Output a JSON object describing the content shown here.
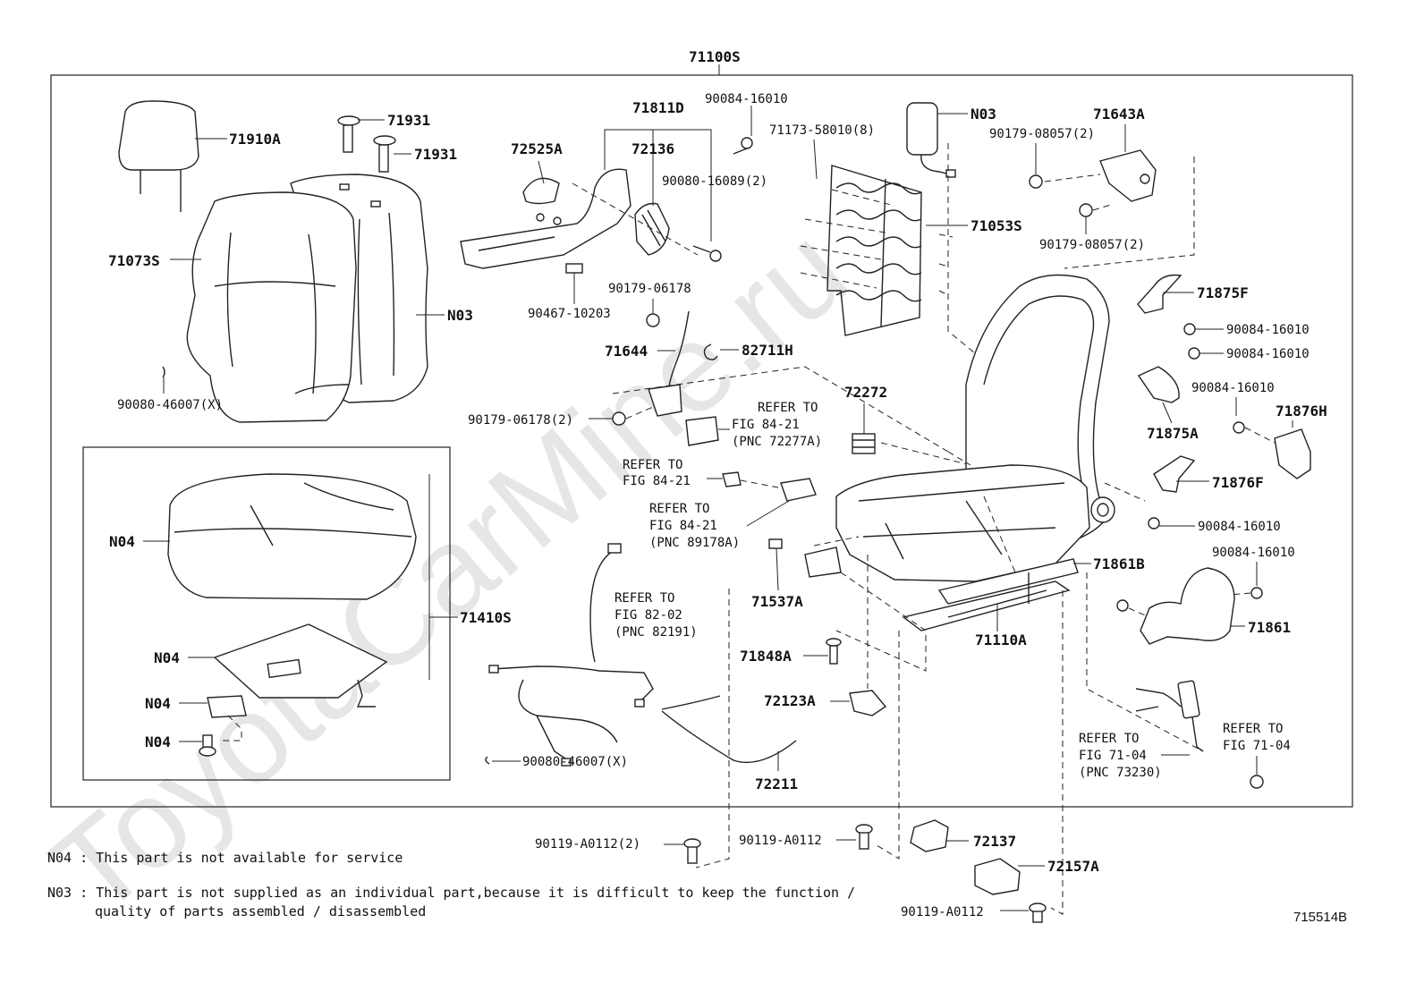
{
  "diagram_id": "715514B",
  "watermark": "ToyotaCarMine.ru",
  "top_label": "71100S",
  "labels": {
    "p71910A": "71910A",
    "p71931a": "71931",
    "p71931b": "71931",
    "p71073S": "71073S",
    "pN03a": "N03",
    "p90080_46007a": "90080-46007(X)",
    "p72525A": "72525A",
    "p71811D": "71811D",
    "p72136": "72136",
    "p90084_16010a": "90084-16010",
    "p90080_16089": "90080-16089(2)",
    "p90467_10203": "90467-10203",
    "p71173_58010": "71173-58010(8)",
    "pN03b": "N03",
    "p71643A": "71643A",
    "p90179_08057a": "90179-08057(2)",
    "p90179_08057b": "90179-08057(2)",
    "p71053S": "71053S",
    "p90179_06178": "90179-06178",
    "p71644": "71644",
    "p82711H": "82711H",
    "p90179_06178_2": "90179-06178(2)",
    "p71875F": "71875F",
    "p90084_16010b": "90084-16010",
    "p90084_16010c": "90084-16010",
    "p90084_16010d": "90084-16010",
    "p71875A": "71875A",
    "p71876H": "71876H",
    "p71876F": "71876F",
    "p90084_16010e": "90084-16010",
    "p90084_16010f": "90084-16010",
    "p72272": "72272",
    "p71861B": "71861B",
    "p71861": "71861",
    "pN04a": "N04",
    "pN04b": "N04",
    "pN04c": "N04",
    "pN04d": "N04",
    "p71410S": "71410S",
    "p71537A": "71537A",
    "p71848A": "71848A",
    "p71110A": "71110A",
    "p72123A": "72123A",
    "p90080_46007b": "90080-46007(X)",
    "p72211": "72211",
    "p90119_A0112_2": "90119-A0112(2)",
    "p90119_A0112a": "90119-A0112",
    "p90119_A0112b": "90119-A0112",
    "p72137": "72137",
    "p72157A": "72157A"
  },
  "refs": {
    "r1": [
      "REFER TO",
      "FIG 84-21",
      "(PNC 72277A)"
    ],
    "r2": [
      "REFER TO",
      "FIG 84-21"
    ],
    "r3": [
      "REFER TO",
      "FIG 84-21",
      "(PNC 89178A)"
    ],
    "r4": [
      "REFER TO",
      "FIG 82-02",
      "(PNC 82191)"
    ],
    "r5": [
      "REFER TO",
      "FIG 71-04",
      "(PNC 73230)"
    ],
    "r6": [
      "REFER TO",
      "FIG 71-04"
    ]
  },
  "notes": {
    "n04": "N04 : This part is not available for service",
    "n03_line1": "N03 : This part is not supplied as an individual part,because it is difficult to keep the function /",
    "n03_line2": "quality of parts assembled / disassembled"
  }
}
